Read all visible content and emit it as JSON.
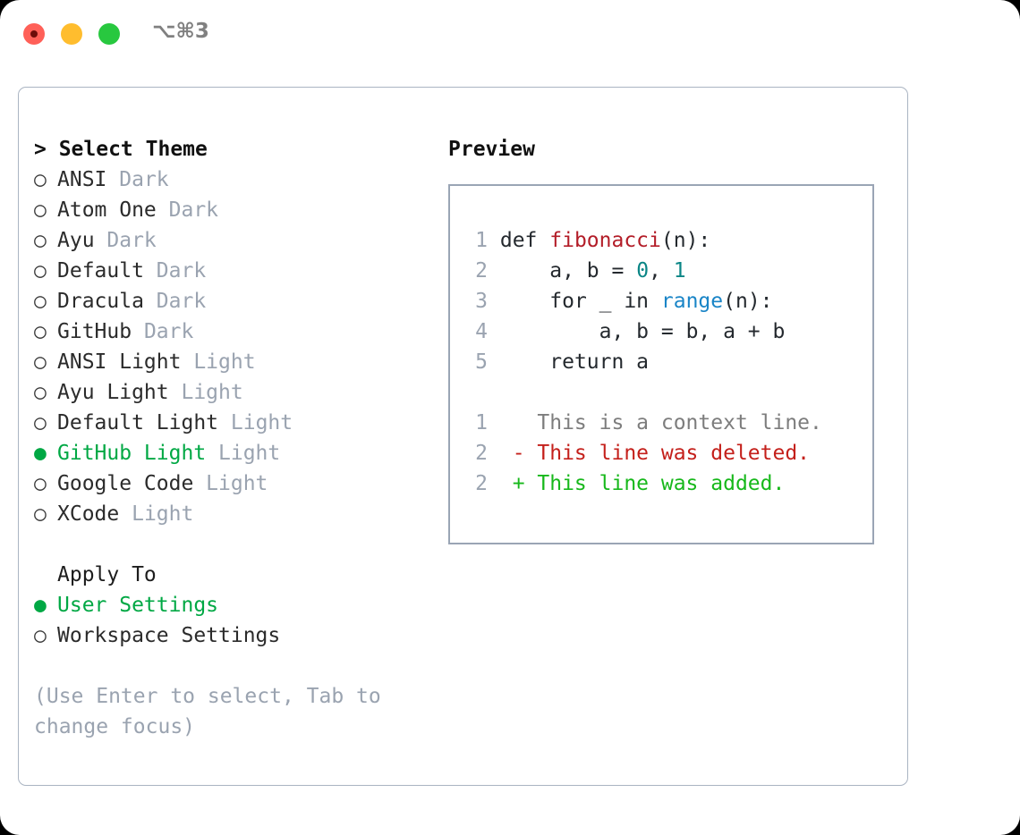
{
  "titlebar": {
    "shortcut": "⌥⌘3",
    "lights": [
      {
        "name": "close",
        "color": "#ff6058"
      },
      {
        "name": "minimize",
        "color": "#ffbd2e"
      },
      {
        "name": "maximize",
        "color": "#28c83f"
      }
    ]
  },
  "theme_picker": {
    "header": "> Select Theme",
    "marker_unselected": "○",
    "marker_selected": "●",
    "items": [
      {
        "name": "ANSI",
        "suffix": "Dark",
        "selected": false
      },
      {
        "name": "Atom One",
        "suffix": "Dark",
        "selected": false
      },
      {
        "name": "Ayu",
        "suffix": "Dark",
        "selected": false
      },
      {
        "name": "Default",
        "suffix": "Dark",
        "selected": false
      },
      {
        "name": "Dracula",
        "suffix": "Dark",
        "selected": false
      },
      {
        "name": "GitHub",
        "suffix": "Dark",
        "selected": false
      },
      {
        "name": "ANSI Light",
        "suffix": "Light",
        "selected": false
      },
      {
        "name": "Ayu Light",
        "suffix": "Light",
        "selected": false
      },
      {
        "name": "Default Light",
        "suffix": "Light",
        "selected": false
      },
      {
        "name": "GitHub Light",
        "suffix": "Light",
        "selected": true
      },
      {
        "name": "Google Code",
        "suffix": "Light",
        "selected": false
      },
      {
        "name": "XCode",
        "suffix": "Light",
        "selected": false
      }
    ]
  },
  "apply_to": {
    "header": "Apply To",
    "items": [
      {
        "name": "User Settings",
        "selected": true
      },
      {
        "name": "Workspace Settings",
        "selected": false
      }
    ]
  },
  "hint": "(Use Enter to select, Tab to change focus)",
  "preview": {
    "title": "Preview",
    "code_lines": [
      {
        "num": "1",
        "tokens": [
          {
            "text": "def ",
            "type": "plain"
          },
          {
            "text": "fibonacci",
            "type": "func"
          },
          {
            "text": "(n):",
            "type": "plain"
          }
        ]
      },
      {
        "num": "2",
        "tokens": [
          {
            "text": "    a, b = ",
            "type": "plain"
          },
          {
            "text": "0",
            "type": "num"
          },
          {
            "text": ", ",
            "type": "plain"
          },
          {
            "text": "1",
            "type": "num"
          }
        ]
      },
      {
        "num": "3",
        "tokens": [
          {
            "text": "    for _ in ",
            "type": "plain"
          },
          {
            "text": "range",
            "type": "call"
          },
          {
            "text": "(n):",
            "type": "plain"
          }
        ]
      },
      {
        "num": "4",
        "tokens": [
          {
            "text": "        a, b = b, a + b",
            "type": "plain"
          }
        ]
      },
      {
        "num": "5",
        "tokens": [
          {
            "text": "    return a",
            "type": "plain"
          }
        ]
      }
    ],
    "diff_lines": [
      {
        "num": "1",
        "sign": " ",
        "text": "This is a context line.",
        "type": "ctx"
      },
      {
        "num": "2",
        "sign": "-",
        "text": "This line was deleted.",
        "type": "del"
      },
      {
        "num": "2",
        "sign": "+",
        "text": "This line was added.",
        "type": "add"
      }
    ]
  },
  "colors": {
    "accent_green": "#00a844",
    "muted": "#9aa3b0",
    "border": "#aab4c2",
    "preview_border": "#9aa5b5",
    "diff_add": "#17b81b",
    "diff_del": "#c4201b",
    "syntax_func": "#b31d28",
    "syntax_num": "#0b8686",
    "syntax_call": "#1a85c7"
  }
}
